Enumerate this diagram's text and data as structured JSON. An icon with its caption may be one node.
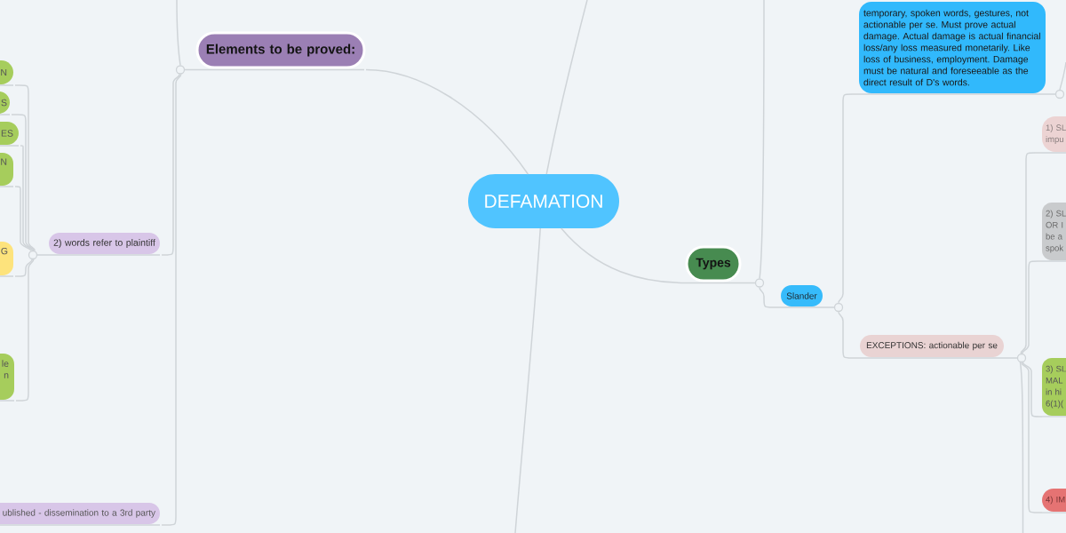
{
  "diagram": {
    "nodes": [
      {
        "text": [
          "DEFAMATION"
        ]
      },
      {
        "text": [
          "Elements to be proved:"
        ]
      },
      {
        "text": [
          "2) words refer to plaintiff"
        ]
      },
      {
        "text": [
          "N"
        ]
      },
      {
        "text": [
          "S"
        ]
      },
      {
        "text": [
          "ES"
        ]
      },
      {
        "text": [
          "N"
        ]
      },
      {
        "text": [
          "G"
        ]
      },
      {
        "text": [
          "le n"
        ]
      },
      {
        "text": [
          "ublished - dissemination to a 3rd party"
        ]
      },
      {
        "text": [
          "Types"
        ]
      },
      {
        "text": [
          "Slander"
        ]
      },
      {
        "text": [
          "temporary, spoken words, gestures, not actionable per se. Must prove actual damage. Actual damage is actual financial loss/any loss measured monetarily. Like loss of business, employment. Damage must be natural and foreseeable as the direct result of D's words."
        ]
      },
      {
        "text": [
          "EXCEPTIONS: actionable per se"
        ]
      },
      {
        "text": [
          "1) SL impu"
        ]
      },
      {
        "text": [
          "2) SL OR I be a spok"
        ]
      },
      {
        "text": [
          "3) SL MAL in hi 6(1)("
        ]
      },
      {
        "text": [
          "4) IM"
        ]
      }
    ],
    "edges": [
      {
        "from": 0,
        "to": 1,
        "arrow": "none"
      },
      {
        "from": 1,
        "to": 2,
        "arrow": "none"
      },
      {
        "from": 2,
        "to": 3,
        "arrow": "none"
      },
      {
        "from": 2,
        "to": 4,
        "arrow": "none"
      },
      {
        "from": 2,
        "to": 5,
        "arrow": "none"
      },
      {
        "from": 2,
        "to": 6,
        "arrow": "none"
      },
      {
        "from": 2,
        "to": 7,
        "arrow": "none"
      },
      {
        "from": 2,
        "to": 8,
        "arrow": "none"
      },
      {
        "from": 1,
        "to": 9,
        "arrow": "none"
      },
      {
        "from": 0,
        "to": 10,
        "arrow": "none"
      },
      {
        "from": 10,
        "to": 11,
        "arrow": "none"
      },
      {
        "from": 11,
        "to": 12,
        "arrow": "none"
      },
      {
        "from": 11,
        "to": 13,
        "arrow": "none"
      },
      {
        "from": 13,
        "to": 14,
        "arrow": "none"
      },
      {
        "from": 13,
        "to": 15,
        "arrow": "none"
      },
      {
        "from": 13,
        "to": 16,
        "arrow": "none"
      },
      {
        "from": 13,
        "to": 17,
        "arrow": "none"
      },
      {
        "from": 0,
        "to": null,
        "arrow": "none"
      },
      {
        "from": 0,
        "to": null,
        "arrow": "none"
      },
      {
        "from": 1,
        "to": null,
        "arrow": "none"
      },
      {
        "from": 10,
        "to": null,
        "arrow": "none"
      },
      {
        "from": 12,
        "to": null,
        "arrow": "none"
      },
      {
        "from": 13,
        "to": null,
        "arrow": "none"
      }
    ]
  }
}
